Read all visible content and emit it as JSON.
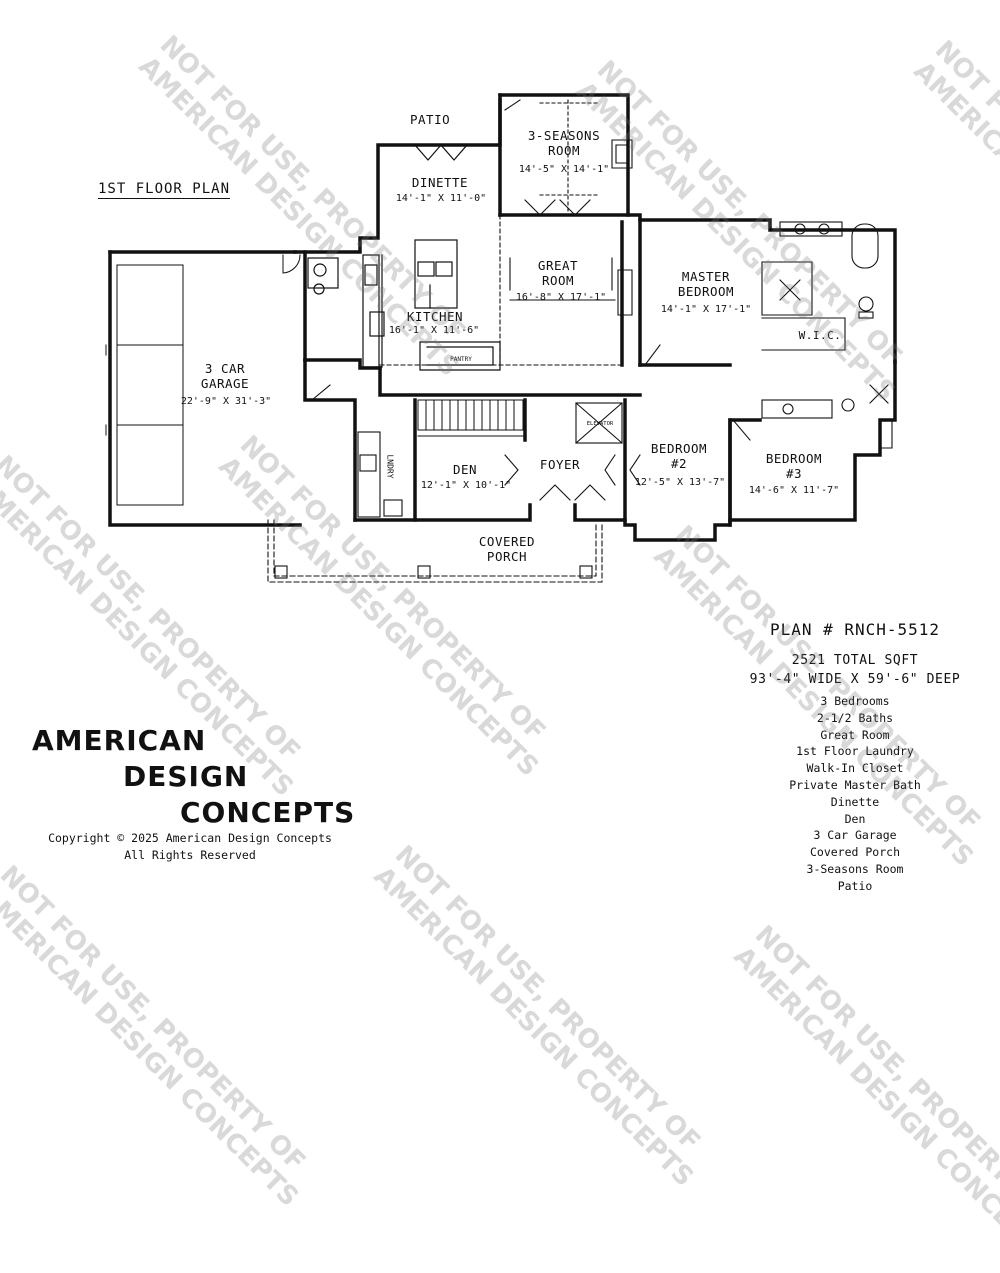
{
  "floor_title": "1ST FLOOR PLAN",
  "rooms": {
    "patio": {
      "name": "PATIO"
    },
    "seasons": {
      "name": "3-SEASONS\nROOM",
      "dims": "14'-5\" X 14'-1\""
    },
    "dinette": {
      "name": "DINETTE",
      "dims": "14'-1\" X 11'-0\""
    },
    "great_room": {
      "name": "GREAT\nROOM",
      "dims": "16'-8\" X 17'-1\""
    },
    "master": {
      "name": "MASTER\nBEDROOM",
      "dims": "14'-1\" X 17'-1\""
    },
    "kitchen": {
      "name": "KITCHEN",
      "dims": "16'-1\" X 11'-6\""
    },
    "pantry": {
      "name": "PANTRY"
    },
    "wic": {
      "name": "W.I.C."
    },
    "garage": {
      "name": "3 CAR\nGARAGE",
      "dims": "22'-9\" X 31'-3\""
    },
    "laundry": {
      "name": "LNDRY"
    },
    "den": {
      "name": "DEN",
      "dims": "12'-1\" X 10'-1\""
    },
    "foyer": {
      "name": "FOYER"
    },
    "elevator": {
      "name": "ELEVATOR"
    },
    "bedroom2": {
      "name": "BEDROOM\n#2",
      "dims": "12'-5\" X 13'-7\""
    },
    "bedroom3": {
      "name": "BEDROOM\n#3",
      "dims": "14'-6\" X 11'-7\""
    },
    "porch": {
      "name": "COVERED\nPORCH"
    }
  },
  "company": {
    "line1": "AMERICAN",
    "line2": "DESIGN",
    "line3": "CONCEPTS",
    "copyright": "Copyright © 2025 American Design Concepts",
    "rights": "All Rights Reserved"
  },
  "plan_info": {
    "plan_number": "PLAN # RNCH-5512",
    "sqft": "2521 TOTAL SQFT",
    "size": "93'-4\" WIDE X 59'-6\" DEEP",
    "features": [
      "3 Bedrooms",
      "2-1/2 Baths",
      "Great Room",
      "1st Floor Laundry",
      "Walk-In Closet",
      "Private Master Bath",
      "Dinette",
      "Den",
      "3 Car Garage",
      "Covered Porch",
      "3-Seasons Room",
      "Patio"
    ]
  },
  "watermark": {
    "line1": "NOT FOR USE, PROPERTY OF",
    "line2": "AMERICAN DESIGN CONCEPTS"
  }
}
